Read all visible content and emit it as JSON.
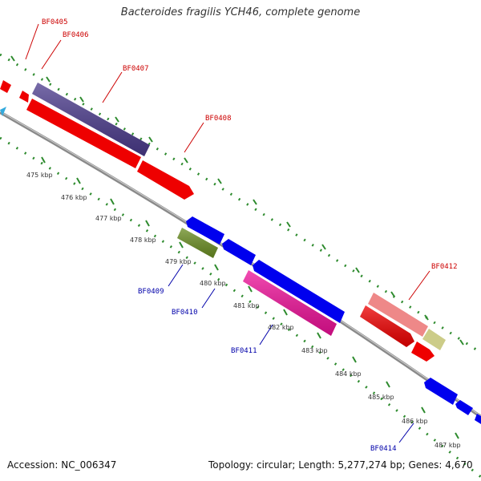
{
  "title": "Bacteroides fragilis YCH46, complete genome",
  "footer": {
    "accession": "Accession: NC_006347",
    "summary": "Topology: circular; Length: 5,277,274 bp; Genes: 4,670"
  },
  "colors": {
    "backbone": "#8a8a8a",
    "grid": "#2e8b2e",
    "label_forward": "#cc0000",
    "label_reverse": "#0000aa"
  },
  "tick_labels": [
    "475 kbp",
    "476 kbp",
    "477 kbp",
    "478 kbp",
    "479 kbp",
    "480 kbp",
    "481 kbp",
    "482 kbp",
    "483 kbp",
    "484 kbp",
    "485 kbp",
    "486 kbp",
    "487 kbp"
  ],
  "gene_labels": {
    "bf0405": "BF0405",
    "bf0406": "BF0406",
    "bf0407": "BF0407",
    "bf0408": "BF0408",
    "bf0409": "BF0409",
    "bf0410": "BF0410",
    "bf0411": "BF0411",
    "bf0412": "BF0412",
    "bf0414": "BF0414"
  }
}
